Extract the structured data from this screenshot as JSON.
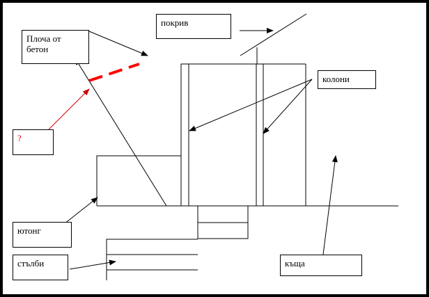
{
  "labels": {
    "roof": "покрив",
    "concrete_slab": "Плоча от\nбетон",
    "columns": "колони",
    "question": "?",
    "ytong": "ютонг",
    "stairs": "стълби",
    "house": "къща"
  },
  "colors": {
    "line": "#000000",
    "dashed_line": "#ff0000",
    "question_arrow": "#cc0000",
    "question_text": "#e00000"
  }
}
